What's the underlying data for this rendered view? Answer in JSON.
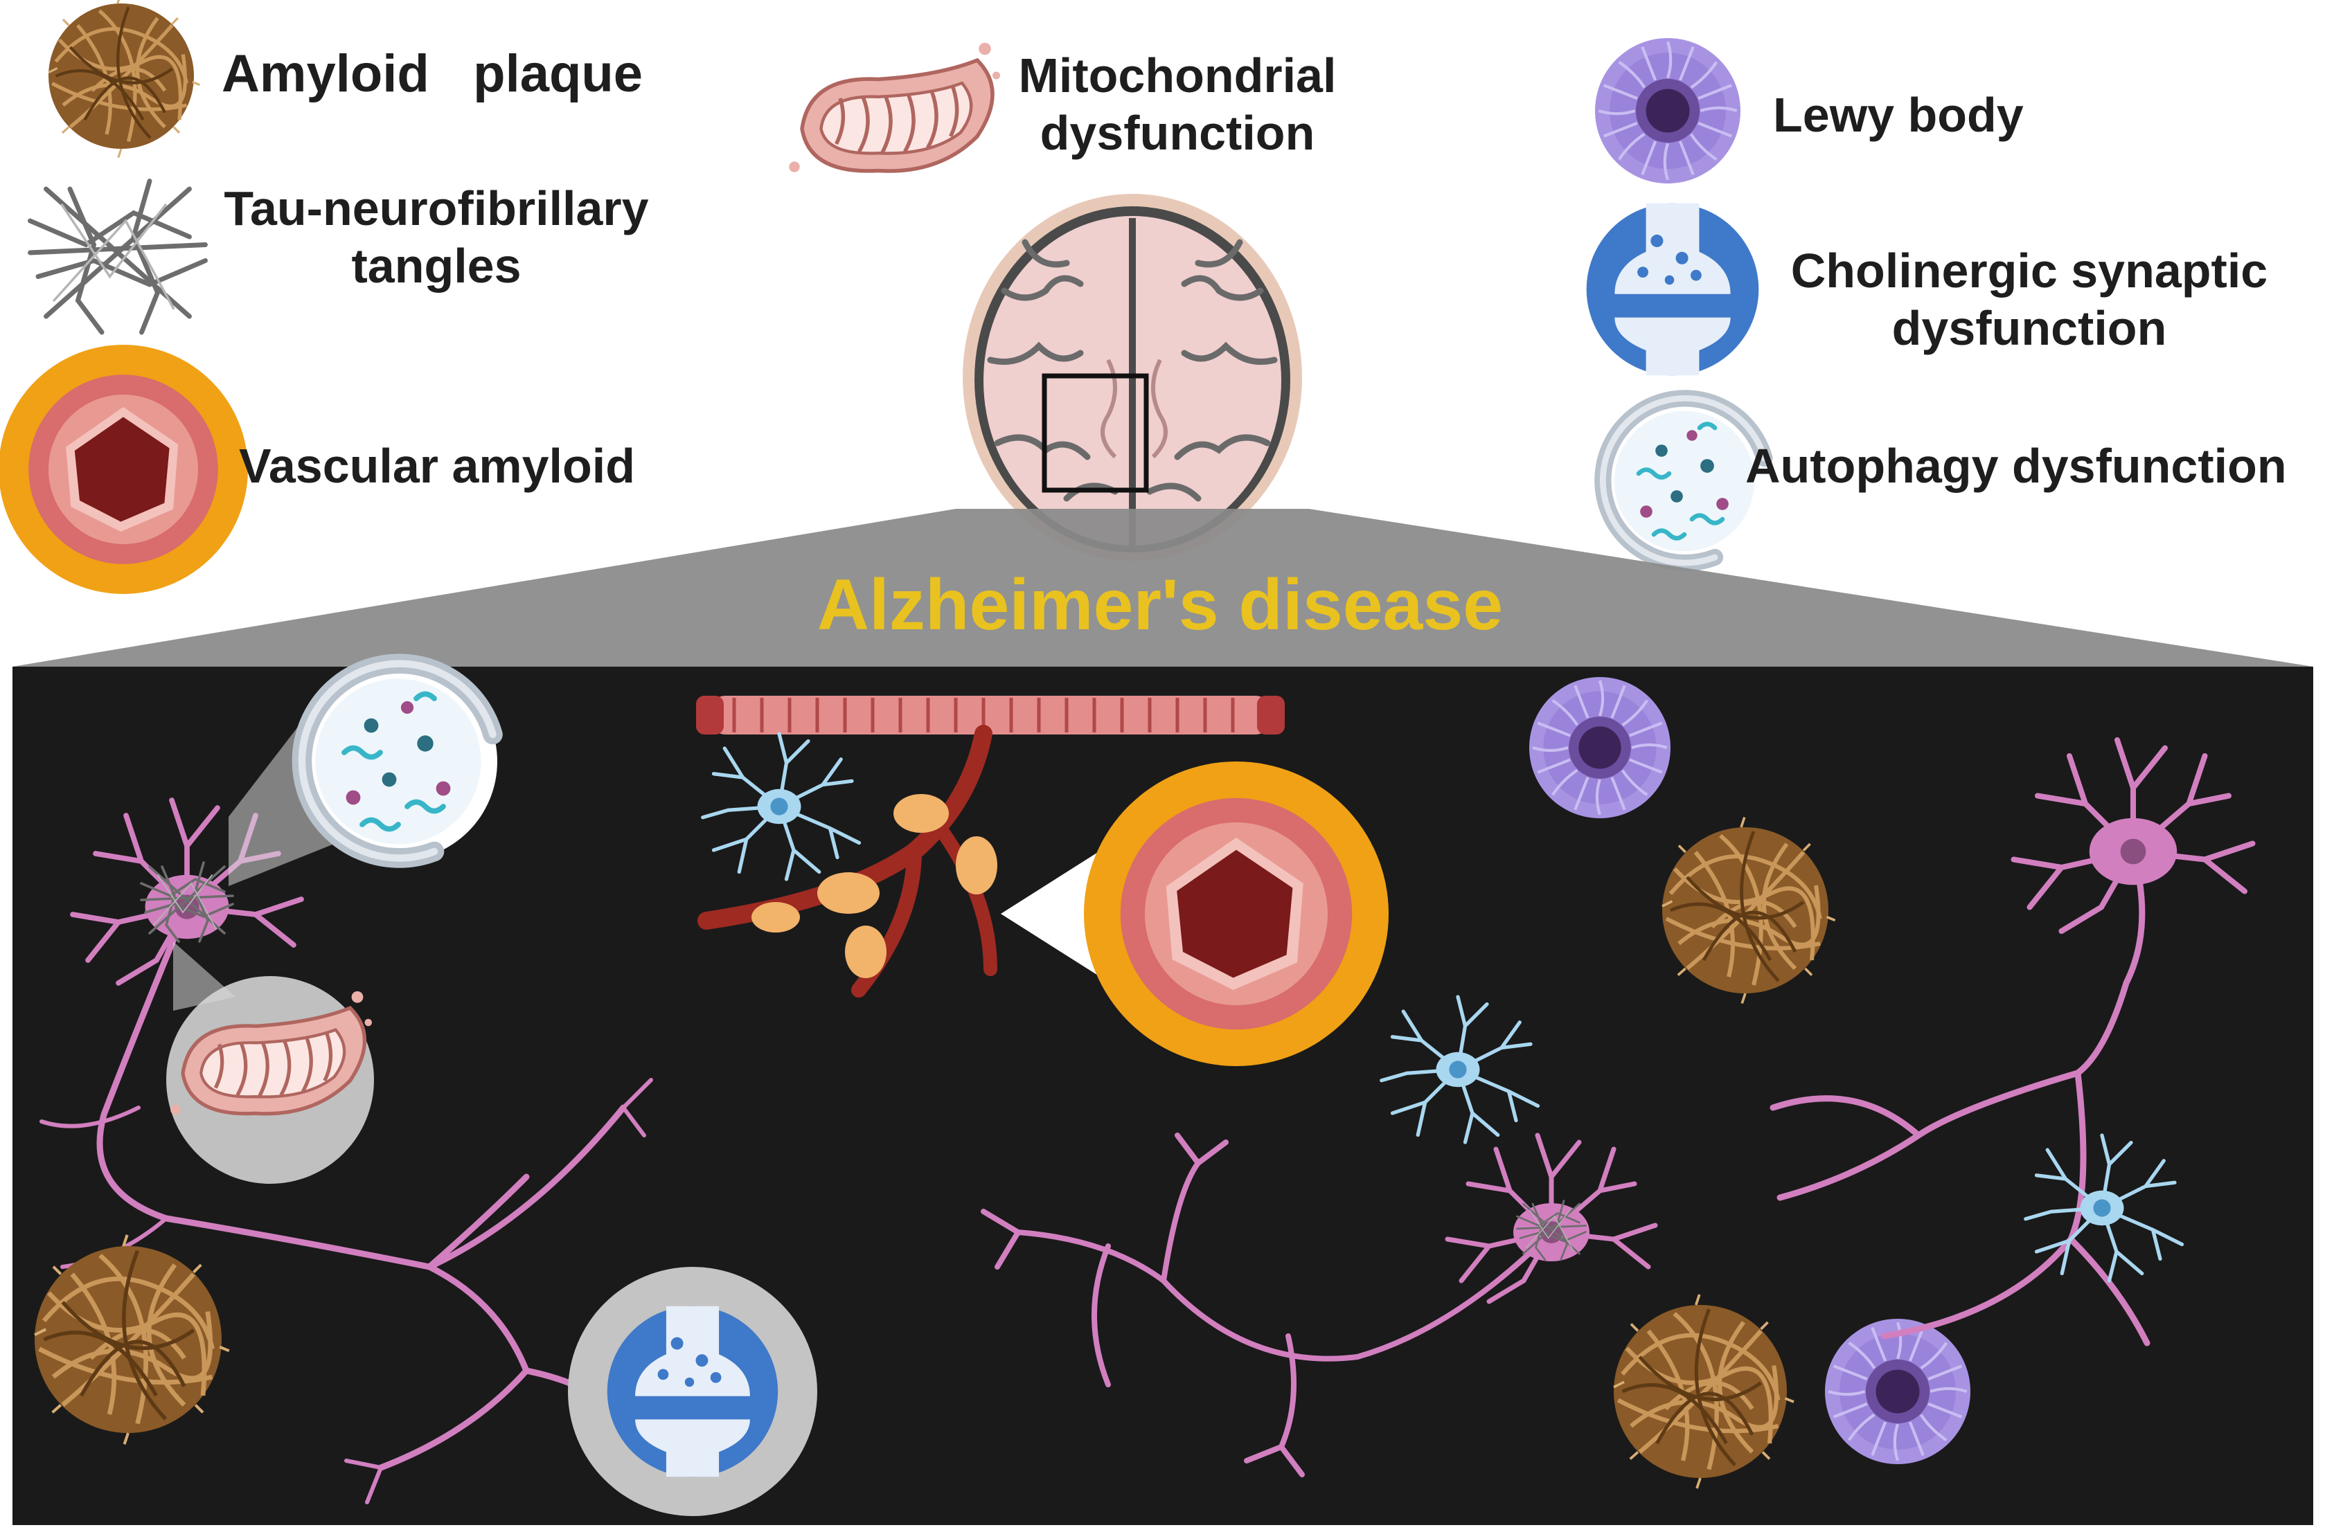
{
  "title": "Alzheimer's disease",
  "legend": {
    "amyloid_plaque": "Amyloid   plaque",
    "tau_line1": "Tau-neurofibrillary",
    "tau_line2": "tangles",
    "vascular_amyloid": "Vascular amyloid",
    "mito_line1": "Mitochondrial",
    "mito_line2": "dysfunction",
    "lewy_body": "Lewy body",
    "cholinergic_line1": "Cholinergic synaptic",
    "cholinergic_line2": "dysfunction",
    "autophagy": "Autophagy dysfunction"
  },
  "icons": [
    "amyloid-plaque-icon",
    "tau-tangle-icon",
    "vascular-amyloid-icon",
    "mitochondrion-icon",
    "lewy-body-icon",
    "synapse-icon",
    "autophagosome-icon",
    "brain-section-icon",
    "neuron-icon",
    "astrocyte-icon",
    "blood-vessel-icon"
  ],
  "colors": {
    "title": "#e9c21f",
    "panel_background": "#1a1a1a",
    "funnel": "#8a8a8a",
    "neuron": "#d27fc0",
    "astrocyte": "#a9d7f0",
    "amyloid_plaque": "#9a6b35",
    "vascular_outer": "#f0a115",
    "vascular_inner": "#7a1a1a",
    "lewy_body": "#a48ee0",
    "synapse": "#3f79c9",
    "mitochondrion": "#e9b1aa"
  }
}
